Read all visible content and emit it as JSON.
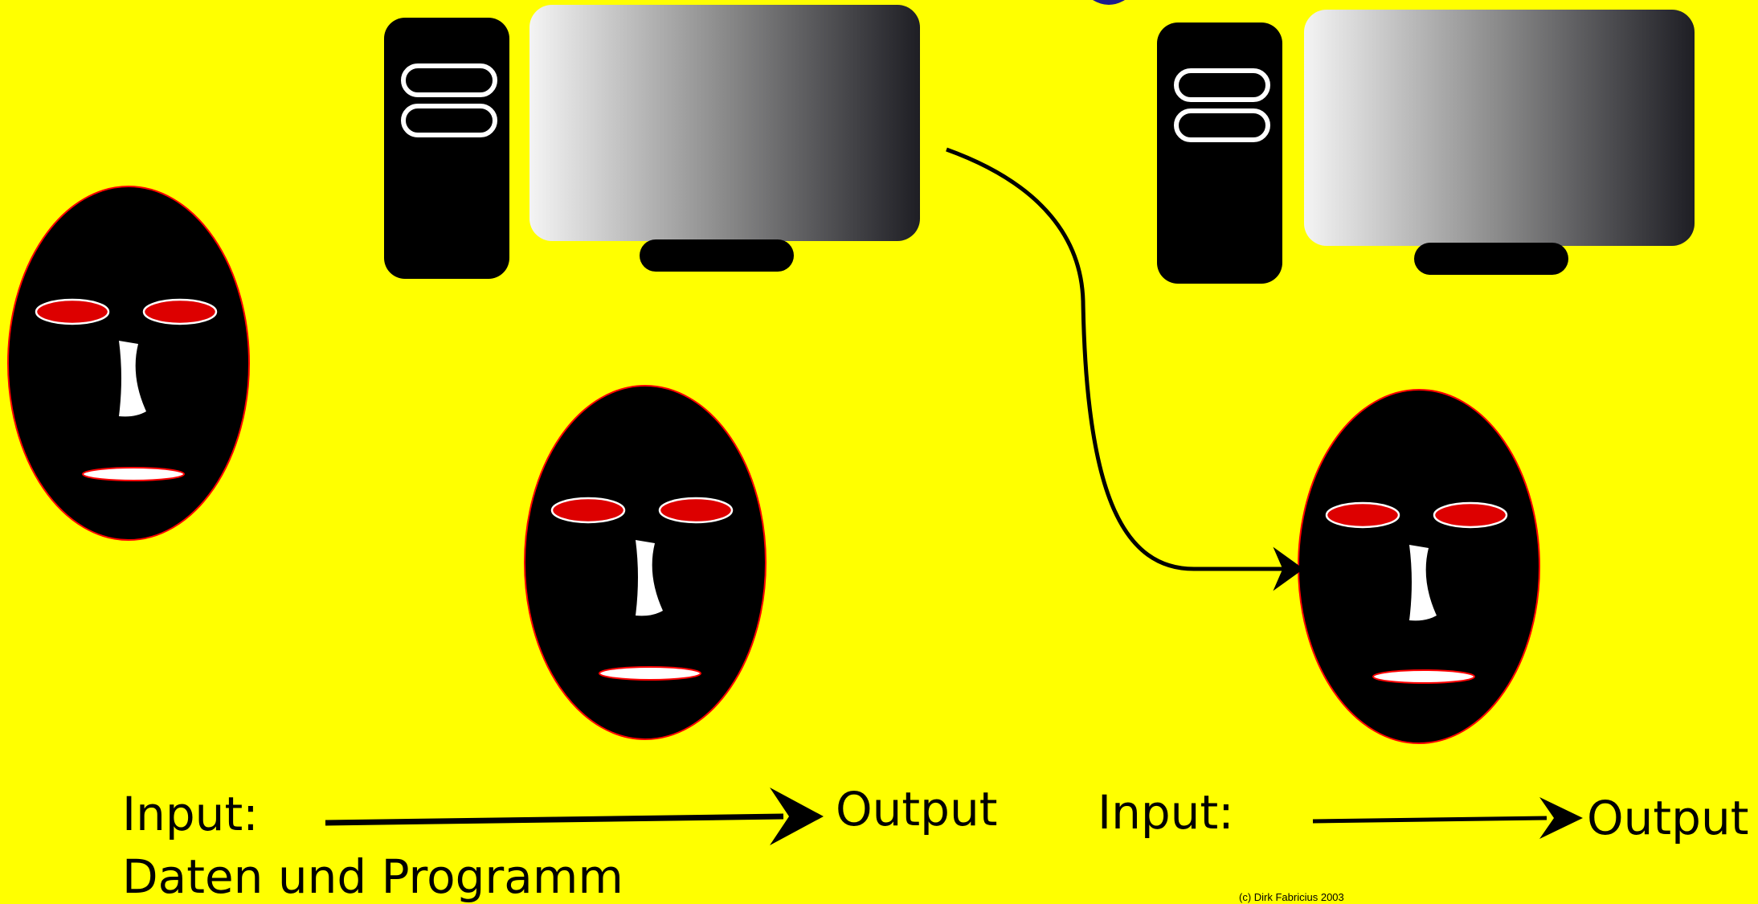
{
  "labels": {
    "left_input": "Input:",
    "left_input_detail": "Daten und Programm",
    "left_output": "Output",
    "right_input": "Input:",
    "right_output": "Output",
    "copyright": "(c) Dirk Fabricius 2003"
  },
  "colors": {
    "background": "#ffff00",
    "face": "#000000",
    "face_outline": "#ff0000",
    "eye": "#dd0000",
    "feature": "#ffffff",
    "arrow": "#000000",
    "top_fragment": "#1a1a8c"
  },
  "icons": {
    "computer": "desktop-computer-icon",
    "face": "face-mask-icon"
  }
}
